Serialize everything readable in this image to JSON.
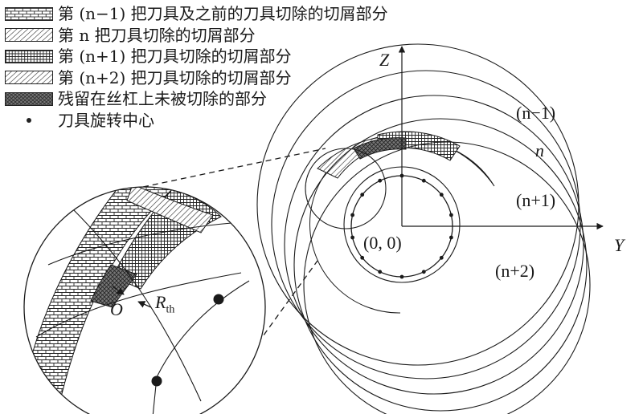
{
  "legend": {
    "items": [
      {
        "text": "第 (n−1) 把刀具及之前的刀具切除的切屑部分",
        "pattern": "brick"
      },
      {
        "text": "第 n 把刀具切除的切屑部分",
        "pattern": "hatch"
      },
      {
        "text": "第 (n+1) 把刀具切除的切屑部分",
        "pattern": "grid"
      },
      {
        "text": "第 (n+2) 把刀具切除的切屑部分",
        "pattern": "hatch"
      },
      {
        "text": "残留在丝杠上未被切除的部分",
        "pattern": "cross"
      },
      {
        "text": "刀具旋转中心",
        "pattern": "dot"
      }
    ]
  },
  "axes": {
    "y_label": "Y",
    "z_label": "Z",
    "origin_label": "(0, 0)"
  },
  "circles": {
    "n_minus_1": "(n−1)",
    "n": "n",
    "n_plus_1": "(n+1)",
    "n_plus_2": "(n+2)"
  },
  "detail": {
    "center_label": "O",
    "radius_label": "R",
    "radius_subscript": "th"
  },
  "colors": {
    "ink": "#1a1a1a",
    "background": "#ffffff"
  }
}
